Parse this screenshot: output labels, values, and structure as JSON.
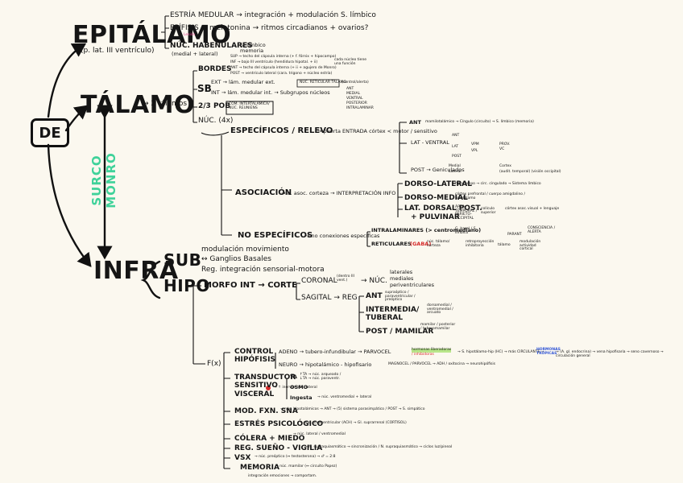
{
  "root": "DE",
  "sulcus": "SURCO MONRO",
  "epi": {
    "title": "EPITÁLAMO",
    "sub": "(p. lat. III ventrículo)",
    "items": [
      "ESTRÍA MEDULAR → integración + modulación S. límbico",
      "EPÍFISIS → melatonina → ritmos circadianos + ovarios?",
      "NÚC. HABENULARES",
      "(medial + lateral)",
      "S. límbico",
      "memoria"
    ],
    "note": "Lesión"
  },
  "tal": {
    "title": "TÁLAMO",
    "two": "→ 2 tálamos",
    "bordes": "BORDES",
    "bordes_items": [
      "SUP → techo del cápsula interna (+ f. fórnix + hipocampo)",
      "INF → bajo III ventrículo (hendidura hipotal. + ii)",
      "ANT → techo del cápsula interna (+ ii + agujero de Monro)",
      "POST → ventrículo lateral (cara. trigono + núcleo estría)"
    ],
    "bordes_note": "cada núcleo tiene una función",
    "sb": "SB",
    "ext": "EXT → lám. medular ext.",
    "reticular": "NÚC. RETICULAR TÁLAMO",
    "reticular_note": "(control/alerta)",
    "int": "INT → lám. medular int. → Subgrupos núcleos",
    "int_list": [
      "ANT",
      "MEDIAL",
      "VENTRAL",
      "POSTERIOR",
      "INTRALAMINAR"
    ],
    "pob": "2/3 POB",
    "pob_box": "COM. INTERTALÁMICA/ NÚC. REUNIENS",
    "nuc": "NÚC. (4x)",
    "especificos": "ESPECÍFICOS / RELEVO",
    "esp_desc": "→ puerta ENTRADA córtex < motor / sensitivo",
    "esp_ant": "ANT",
    "esp_ant_d": "mamilotalámico → Cíngulo (circuito) → S. límbico (memoria)",
    "esp_lat": "LAT - VENTRAL",
    "esp_vant": "ANT",
    "esp_vlat": "LAT",
    "esp_vpost": "POST",
    "esp_vpm": "VPM",
    "esp_vpl": "VPL",
    "esp_prov": "PROV.",
    "esp_vc": "VC",
    "esp_post": "POST → Geniculados",
    "esp_med": "Medial",
    "esp_lat2": "Lateral",
    "esp_cort": "Cortex",
    "esp_small": "(audit. temporal)  (visión occipital)",
    "asociacion": "ASOCIACIÓN",
    "asoc_desc": "→ d. asoc. corteza → INTERPRETACIÓN INFO",
    "dorso_lat": "DORSO-LATERAL",
    "dorso_lat_d": "hipocampo → circ. cingulado → Sistema límbico",
    "dorso_med": "DORSO-MEDIAL",
    "dorso_med_d": "córtex prefrontal / cuerpo amigdalino / hipotálamo",
    "lat_dors": "LAT. DORSAL POST.",
    "pulvinar": "+ PULVINAR",
    "pulv_d1": "ÁREA TEMPORAL / PARIETO-OCCIPITAL",
    "pulv_d2": "colículo superior",
    "pulv_d3": "córtex asoc.",
    "pulv_d4": "visual + lenguaje",
    "no_esp": "NO ESPECÍFICOS",
    "no_esp_d": "→ no conexiones específicas",
    "intralam": "INTRALAMINARES (> centromediano)",
    "intralam_d": "G. basal / S. límbico",
    "intralam_d2": "CONSCIENCIA / ALERTA",
    "reticulares": "RETICULARES",
    "gaba": "(GABA)",
    "ret_d1": "núc. tálamo/ corteza",
    "ret_d2": "retroproyección inhibitoria",
    "ret_d3": "PARANT",
    "ret_d4": "tálamo",
    "ret_d5": "modulación actividad cortical"
  },
  "infra": {
    "title": "INFRA",
    "sub": "SUB",
    "hipo": "HIPO",
    "sub_items": [
      "modulación movimiento",
      "↔ Ganglios Basales",
      "Reg. integración sensorial-motora"
    ],
    "morfo": "MORFO INT → CORTE",
    "coronal": "CORONAL",
    "coronal_n": "(dentro III vent.)",
    "coronal_nuc": "→ NÚC.",
    "coronal_list": [
      "laterales",
      "mediales",
      "periventriculares"
    ],
    "sagital": "SAGITAL → REG",
    "reg": [
      {
        "name": "ANT",
        "detail": "supraóptico / paraventricular / preóptico"
      },
      {
        "name": "INTERMEDIA/ TUBERAL",
        "detail": "dorsomedial / ventromedial / arcuato"
      },
      {
        "name": "POST / MAMILAR",
        "detail": "mamilar / posterior / tuberomamilar"
      }
    ],
    "fx": "F(x)",
    "f_items": [
      "CONTROL HIPÓFISIS",
      "TRANSDUCTOR SENSITIVO VISCERAL",
      "MOD. FXN. SNA",
      "ESTRÉS PSICOLÓGICO",
      "CÓLERA + MIEDO",
      "REG. SUEÑO - VIGILIA",
      "VSX",
      "MEMORIA"
    ],
    "adeno": "ADENO → tubero-infundibular → PARVOCEL",
    "hormonas": "hormonas liberadoras",
    "hormonas2": "/ inhibidoras",
    "adeno_tail": "→ S. hipotálamo-hip (HC) → más CIRCULANTE →",
    "adeno_hormonas": "HORMONAS TRÓPICAS",
    "adeno_tail2": "→ (A. gl. endocrina) → vena hipofisaria → seno cavernoso → circulación general",
    "neuro": "NEURO → hipotalámico - hipofisario",
    "neuro_d": "MAGNOCEL / PARVOCEL → ADH / oxitocina → neurohipófisis",
    "trans_ta": "TA",
    "trans_ta_d": "↑TA → núc. arqueado / ↓TA → núc. paraventr.",
    "trans_osmo": "OSMO",
    "trans_osmo_d": "→ ↑ inervos núc. lateral",
    "trans_ingesta": "Ingesta",
    "trans_ingesta_d": "→ núc. ventromedial + lateral",
    "sna_d": "→ núc. hipotalámicos → ANT → (5) sistema parasimpático / POST → S. simpático",
    "estres_d": "→ núc. paraventricular (ACH) → Gl. suprarrenal (CORTISOL)",
    "colera_d": "→ núc. lateral / ventromedial",
    "sueno_d": "→ N. supraquiasmático → sincronización / N. supraquiasmático → ciclos luz/pineal",
    "vsx_d": "→ núc. preóptico (↔ testosterona) → ♂ = 2:8",
    "memoria_d": "→ núc. mamilar (↔ circuito Papez)",
    "footer": "integración emociones → comportam."
  }
}
